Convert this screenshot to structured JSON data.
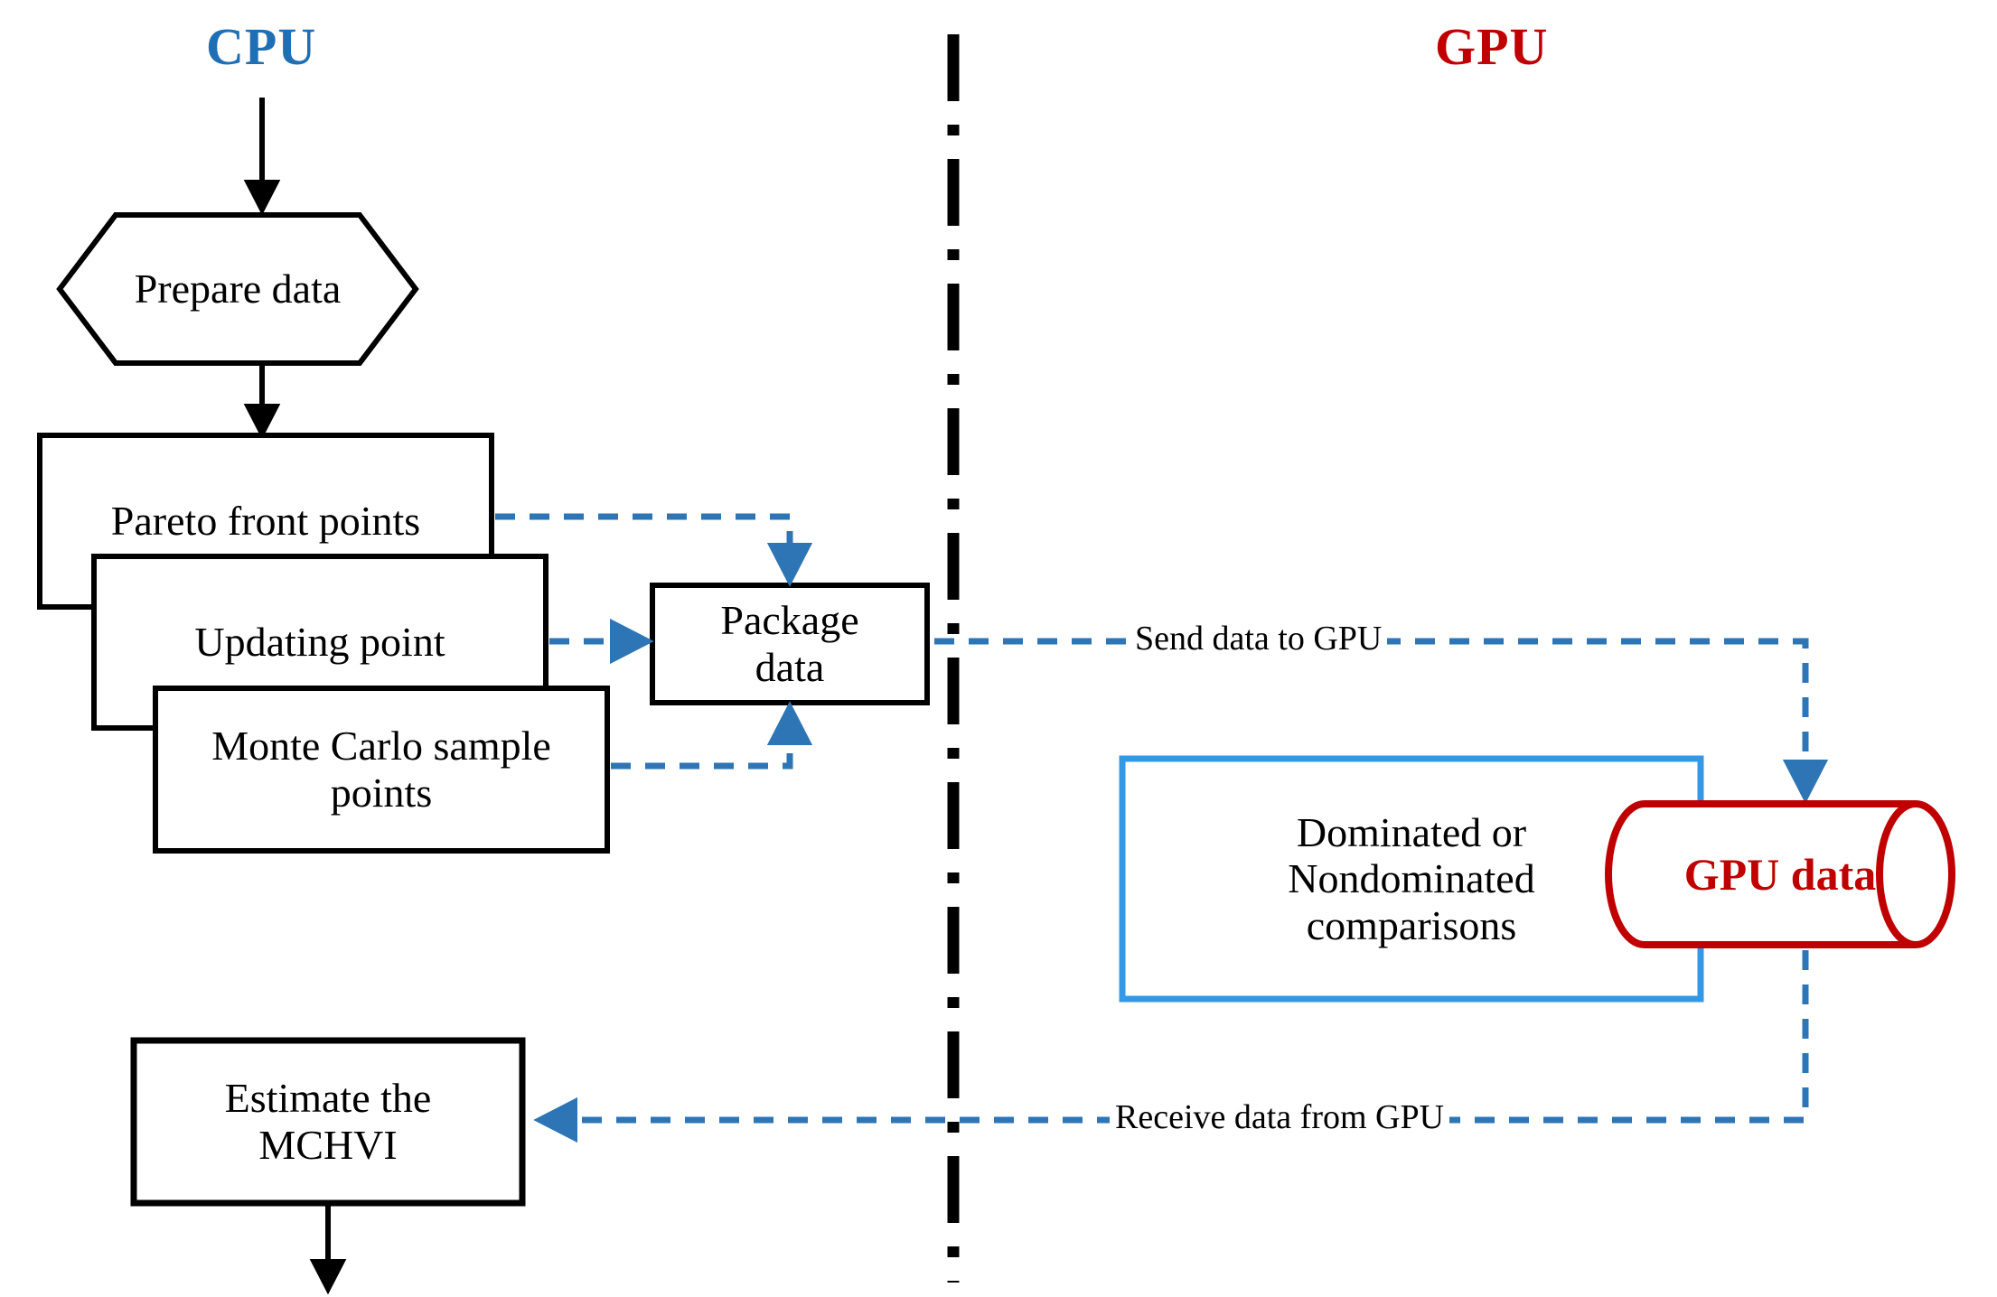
{
  "diagram": {
    "title_cpu": "CPU",
    "title_gpu": "GPU",
    "colors": {
      "cpu_title": "#1f6fb4",
      "gpu_title": "#c00000",
      "node_stroke": "#000000",
      "dashed_edge": "#2e75b6",
      "comparison_box_stroke": "#3399e6",
      "gpu_data_stroke": "#c00000",
      "gpu_data_text": "#c00000",
      "divider": "#000000",
      "background": "#ffffff"
    },
    "sides": {
      "cpu": {
        "label": "CPU",
        "nodes": [
          {
            "id": "prepare-data",
            "shape": "hexagon",
            "label": "Prepare data"
          },
          {
            "id": "pareto-front-points",
            "shape": "rect",
            "label": "Pareto front points"
          },
          {
            "id": "updating-point",
            "shape": "rect",
            "label": "Updating point"
          },
          {
            "id": "monte-carlo-sample-points",
            "shape": "rect",
            "label": "Monte Carlo sample\npoints"
          },
          {
            "id": "package-data",
            "shape": "rect",
            "label": "Package\ndata"
          },
          {
            "id": "estimate-the-mchvi",
            "shape": "rect",
            "label": "Estimate the\nMCHVI"
          }
        ]
      },
      "gpu": {
        "label": "GPU",
        "nodes": [
          {
            "id": "dominated-or-nondominated-comparisons",
            "shape": "rect",
            "label": "Dominated or\nNondominated\ncomparisons"
          },
          {
            "id": "gpu-data",
            "shape": "cylinder",
            "label": "GPU data"
          }
        ]
      }
    },
    "edges": [
      {
        "id": "start-to-prepare",
        "style": "solid",
        "label": ""
      },
      {
        "id": "prepare-to-pareto",
        "style": "solid",
        "label": ""
      },
      {
        "id": "pareto-to-package",
        "style": "dashed",
        "label": ""
      },
      {
        "id": "updating-to-package",
        "style": "dashed",
        "label": ""
      },
      {
        "id": "montecarlo-to-package",
        "style": "dashed",
        "label": ""
      },
      {
        "id": "package-to-gpu-data",
        "style": "dashed",
        "label": "Send data to GPU"
      },
      {
        "id": "gpu-data-to-estimate",
        "style": "dashed",
        "label": "Receive data from GPU"
      },
      {
        "id": "estimate-to-end",
        "style": "solid",
        "label": ""
      }
    ],
    "divider": {
      "id": "cpu-gpu-divider",
      "style": "dash-dot"
    }
  }
}
